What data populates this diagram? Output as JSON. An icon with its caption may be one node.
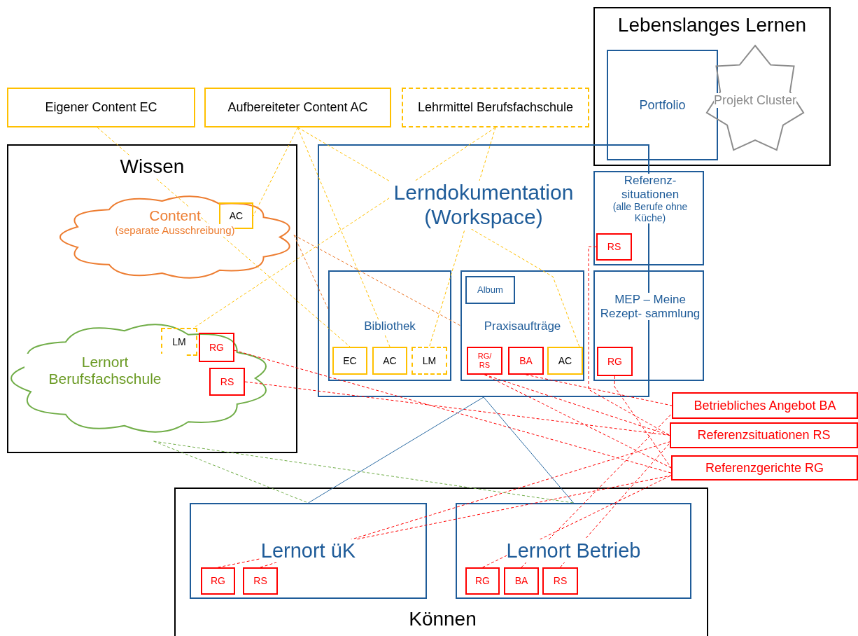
{
  "diagram": {
    "nodes": [
      {
        "text": [
          "Lebenslanges Lernen"
        ]
      },
      {
        "text": [
          "Portfolio"
        ],
        "in": 0
      },
      {
        "text": [
          "Projekt Cluster"
        ],
        "in": 0
      },
      {
        "text": [
          "Eigener Content EC"
        ]
      },
      {
        "text": [
          "Aufbereiteter Content AC"
        ]
      },
      {
        "text": [
          "Lehrmittel Berufsfachschule"
        ]
      },
      {
        "text": [
          "Wissen"
        ]
      },
      {
        "text": [
          "Content",
          "(separate Ausschreibung)"
        ],
        "in": 6
      },
      {
        "text": [
          "AC"
        ],
        "in": 7
      },
      {
        "text": [
          "Lernort Berufsfachschule"
        ],
        "in": 6
      },
      {
        "text": [
          "LM"
        ],
        "in": 9
      },
      {
        "text": [
          "RG"
        ],
        "in": 9
      },
      {
        "text": [
          "RS"
        ],
        "in": 9
      },
      {
        "text": [
          "Lerndokumentation (Workspace)"
        ]
      },
      {
        "text": [
          "Bibliothek"
        ],
        "in": 13
      },
      {
        "text": [
          "EC"
        ],
        "in": 14
      },
      {
        "text": [
          "AC"
        ],
        "in": 14
      },
      {
        "text": [
          "LM"
        ],
        "in": 14
      },
      {
        "text": [
          "Praxisaufträge"
        ],
        "in": 13
      },
      {
        "text": [
          "Album"
        ],
        "in": 18
      },
      {
        "text": [
          "RG/ RS"
        ],
        "in": 18
      },
      {
        "text": [
          "BA"
        ],
        "in": 18
      },
      {
        "text": [
          "AC"
        ],
        "in": 18
      },
      {
        "text": [
          "Referenz- situationen",
          "(alle Berufe ohne Küche)"
        ]
      },
      {
        "text": [
          "RS"
        ]
      },
      {
        "text": [
          "MEP – Meine Rezept- sammlung"
        ]
      },
      {
        "text": [
          "RG"
        ]
      },
      {
        "text": [
          "Betriebliches Angebot BA"
        ]
      },
      {
        "text": [
          "Referenzsituationen RS"
        ]
      },
      {
        "text": [
          "Referenzgerichte RG"
        ]
      },
      {
        "text": [
          "Können"
        ]
      },
      {
        "text": [
          "Lernort üK"
        ],
        "in": 30
      },
      {
        "text": [
          "RG"
        ],
        "in": 31
      },
      {
        "text": [
          "RS"
        ],
        "in": 31
      },
      {
        "text": [
          "Lernort Betrieb"
        ],
        "in": 30
      },
      {
        "text": [
          "RG"
        ],
        "in": 34
      },
      {
        "text": [
          "BA"
        ],
        "in": 34
      },
      {
        "text": [
          "RS"
        ],
        "in": 34
      }
    ],
    "edges": [
      {
        "from": 3,
        "to": 15,
        "arrow": "none",
        "style": "dashed",
        "color": "#ffc000"
      },
      {
        "from": 4,
        "to": 8,
        "arrow": "none",
        "style": "dashed",
        "color": "#ffc000"
      },
      {
        "from": 4,
        "to": 16,
        "arrow": "none",
        "style": "dashed",
        "color": "#ffc000"
      },
      {
        "from": 4,
        "to": 22,
        "arrow": "none",
        "style": "dashed",
        "color": "#ffc000"
      },
      {
        "from": 5,
        "to": 17,
        "arrow": "none",
        "style": "dashed",
        "color": "#ffc000"
      },
      {
        "from": 5,
        "to": 10,
        "arrow": "none",
        "style": "dashed",
        "color": "#ffc000"
      },
      {
        "from": 7,
        "to": 14,
        "arrow": "none",
        "style": "dashed",
        "color": "#ed7d31"
      },
      {
        "from": 7,
        "to": 18,
        "arrow": "none",
        "style": "dashed",
        "color": "#ed7d31"
      },
      {
        "from": 11,
        "to": 29,
        "arrow": "none",
        "style": "dashed"
      },
      {
        "from": 12,
        "to": 28,
        "arrow": "none",
        "style": "dashed"
      },
      {
        "from": 20,
        "to": 28,
        "arrow": "none",
        "style": "dashed"
      },
      {
        "from": 20,
        "to": 29,
        "arrow": "none",
        "style": "dashed"
      },
      {
        "from": 21,
        "to": 27,
        "arrow": "none",
        "style": "dashed"
      },
      {
        "from": 24,
        "to": 28,
        "arrow": "none",
        "style": "dashed"
      },
      {
        "from": 26,
        "to": 29,
        "arrow": "none",
        "style": "dashed"
      },
      {
        "from": 32,
        "to": 29,
        "arrow": "none",
        "style": "dashed"
      },
      {
        "from": 33,
        "to": 28,
        "arrow": "none",
        "style": "dashed"
      },
      {
        "from": 35,
        "to": 29,
        "arrow": "none",
        "style": "dashed"
      },
      {
        "from": 36,
        "to": 27,
        "arrow": "none",
        "style": "dashed"
      },
      {
        "from": 37,
        "to": 28,
        "arrow": "none",
        "style": "dashed"
      },
      {
        "from": 13,
        "to": 31,
        "arrow": "none",
        "color": "#2e6da4"
      },
      {
        "from": 13,
        "to": 34,
        "arrow": "none",
        "color": "#2e6da4"
      },
      {
        "from": 9,
        "to": 31,
        "arrow": "none",
        "style": "dashed",
        "color": "#70ad47"
      },
      {
        "from": 9,
        "to": 34,
        "arrow": "none",
        "style": "dashed",
        "color": "#70ad47"
      }
    ]
  }
}
